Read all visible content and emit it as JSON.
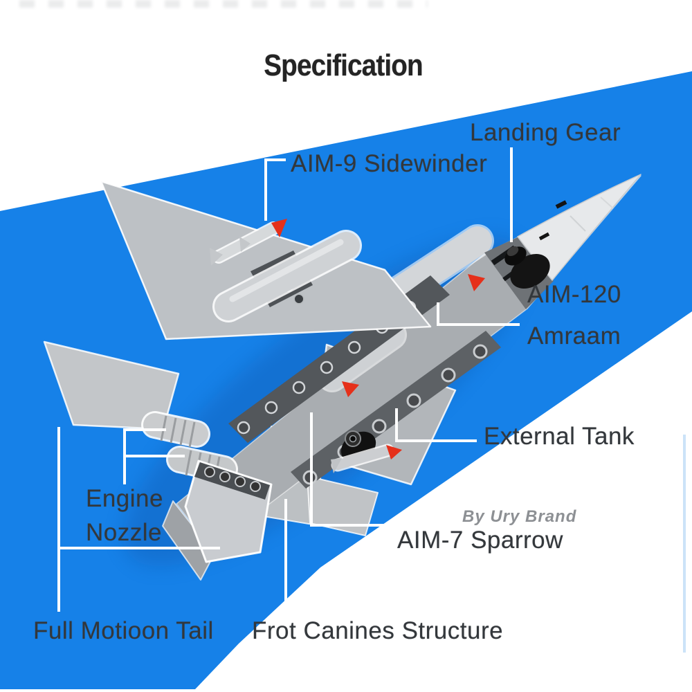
{
  "title": "Specification",
  "watermark": "By Ury Brand",
  "labels": {
    "landing_gear": "Landing Gear",
    "aim9": "AIM-9 Sidewinder",
    "aim120_line1": "AIM-120",
    "aim120_line2": "Amraam",
    "external_tank": "External Tank",
    "engine_line1": "Engine",
    "engine_line2": "Nozzle",
    "aim7": "AIM-7 Sparrow",
    "full_motion_tail": "Full Motioon Tail",
    "front_canines": "Frot Canines Structure"
  },
  "illustration": {
    "subject": "brick-built F-15 style fighter jet model, top front view, nose pointing upper-right",
    "callout_count": 8
  },
  "colors": {
    "background": "#ffffff",
    "banner_blue": "#1681e8",
    "label_text": "#33373b",
    "title_text": "#242424",
    "leader_line": "#ffffff",
    "watermark_grey": "#8d9094",
    "missile_tip_red": "#e5301a",
    "plane_light_grey": "#c9ccd0",
    "plane_mid_grey": "#a9adb1",
    "landing_gear_black": "#141414"
  }
}
